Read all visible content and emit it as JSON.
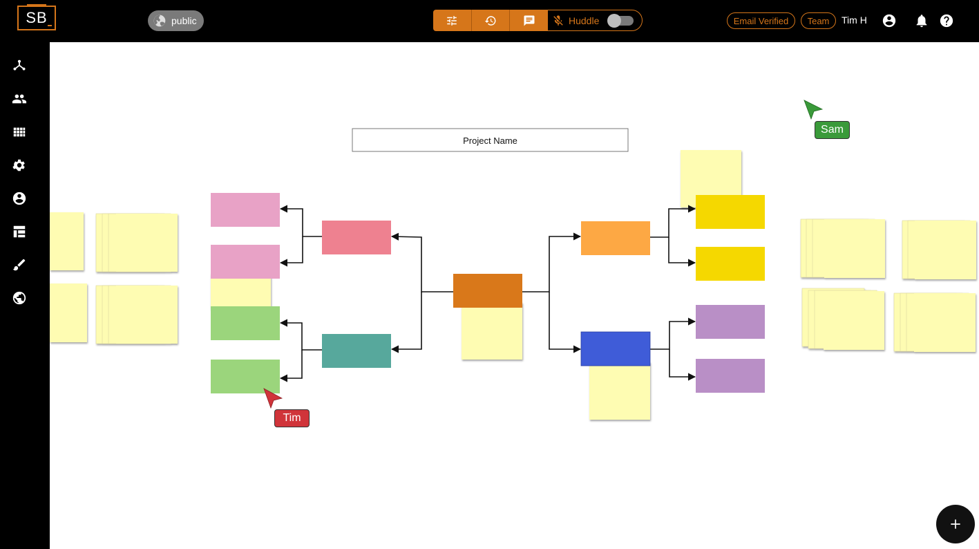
{
  "header": {
    "logo_text": "SB",
    "visibility_label": "public",
    "huddle_label": "Huddle",
    "email_chip": "Email Verified",
    "team_chip": "Team",
    "user_name": "Tim H"
  },
  "toolbar_icons": [
    "sliders-icon",
    "history-icon",
    "chat-icon"
  ],
  "sidebar_icons": [
    "hierarchy-icon",
    "people-icon",
    "grid-apps-icon",
    "gear-icon",
    "account-icon",
    "table-layout-icon",
    "brush-icon",
    "globe-icon"
  ],
  "board": {
    "title_box": "Project Name",
    "cursors": [
      {
        "name": "Sam",
        "color": "#3a9a3a"
      },
      {
        "name": "Tim",
        "color": "#d0343a"
      }
    ],
    "colors": {
      "center": "#d9781a",
      "pink": "#e8a2c6",
      "rose": "#ee8190",
      "green": "#9bd57c",
      "teal": "#57a89c",
      "orange": "#fda844",
      "yellow": "#f5d800",
      "blue": "#3f5cd8",
      "purple": "#b98fc6",
      "sticky": "#fefcb2"
    }
  },
  "accent": "#d6761a"
}
